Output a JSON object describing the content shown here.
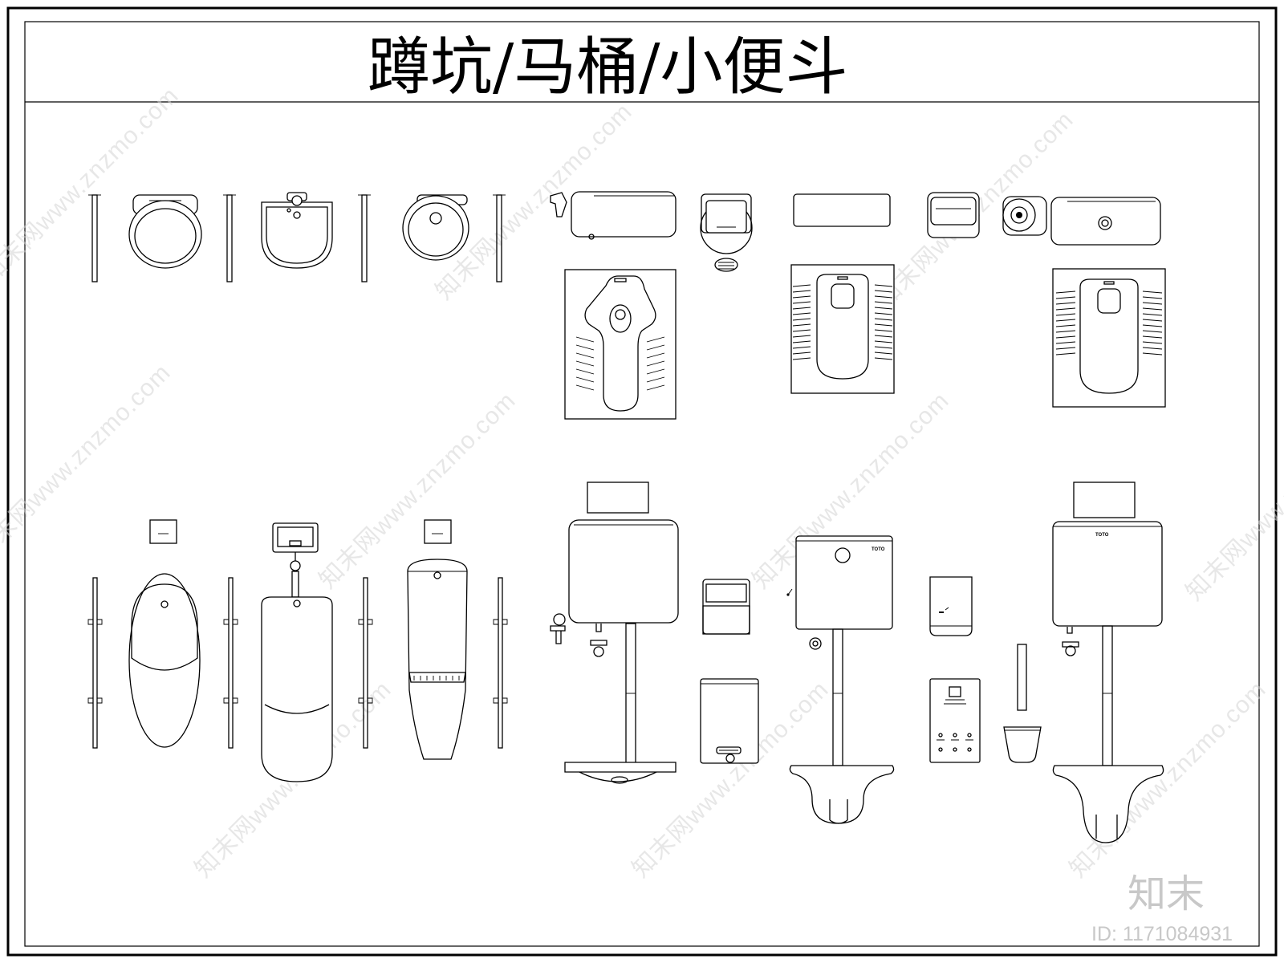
{
  "title": "蹲坑/马桶/小便斗",
  "watermark": {
    "text": "知末网www.znzmo.com"
  },
  "brand_label": "TOTO",
  "logo": {
    "text": "知末",
    "id": "ID: 1171084931"
  },
  "colors": {
    "line": "#000000",
    "watermark": "#d4d4d4",
    "logo": "#c8c8c8"
  }
}
